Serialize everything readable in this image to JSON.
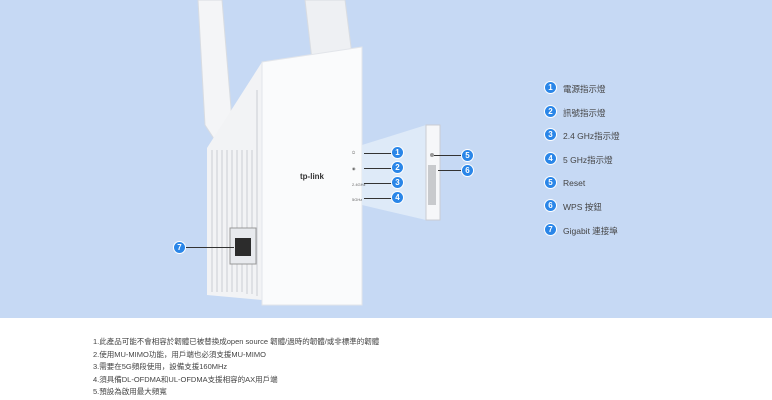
{
  "device": {
    "brand": "tp-link",
    "led_labels": [
      "⏻",
      "◉",
      "2.4GHz",
      "5GHz"
    ]
  },
  "legend": [
    {
      "n": "1",
      "label": "電源指示燈"
    },
    {
      "n": "2",
      "label": "訊號指示燈"
    },
    {
      "n": "3",
      "label": "2.4 GHz指示燈"
    },
    {
      "n": "4",
      "label": "5 GHz指示燈"
    },
    {
      "n": "5",
      "label": "Reset"
    },
    {
      "n": "6",
      "label": "WPS 按鈕"
    },
    {
      "n": "7",
      "label": "Gigabit 連接埠"
    }
  ],
  "notes": [
    "1.此產品可能不會相容於韌體已被替換成open source 韌體/過時的韌體/或非標準的韌體",
    "2.使用MU-MIMO功能，用戶端也必須支援MU-MIMO",
    "3.需要在5G頻段使用，設備支援160MHz",
    "4.須具備DL-OFDMA和UL-OFDMA支援相容的AX用戶端",
    "5.預設為啟用最大頻寬"
  ],
  "colors": {
    "background": "#c6d9f4",
    "accent": "#2a86e8"
  }
}
